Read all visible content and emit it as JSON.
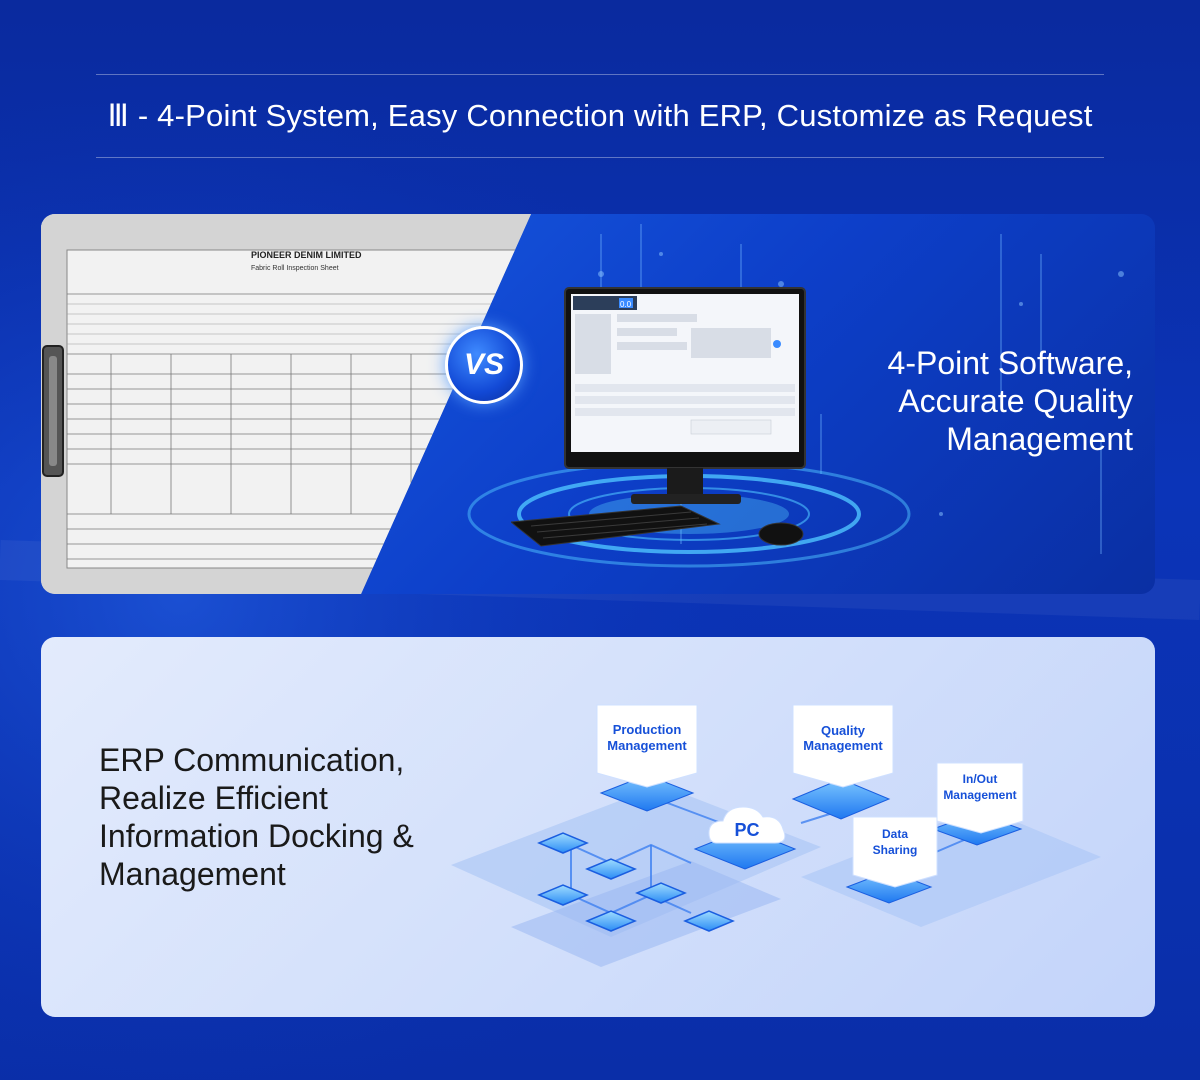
{
  "header": {
    "title": "Ⅲ - 4-Point System, Easy Connection with ERP, Customize as Request"
  },
  "comparison": {
    "paper_sheet": {
      "company": "PIONEER DENIM LIMITED",
      "sheet_title": "Fabric Roll Inspection Sheet"
    },
    "vs_label": "VS",
    "caption_lines": [
      "4-Point Software,",
      "Accurate Quality",
      "Management"
    ],
    "monitor_readout": "0.0"
  },
  "erp": {
    "caption_lines": [
      "ERP Communication,",
      "Realize Efficient",
      "Information Docking &",
      "Management"
    ],
    "nodes": {
      "production": [
        "Production",
        "Management"
      ],
      "quality": [
        "Quality",
        "Management"
      ],
      "inout": [
        "In/Out",
        "Management"
      ],
      "data": [
        "Data",
        "Sharing"
      ],
      "pc": "PC"
    }
  },
  "colors": {
    "background": "#0b34b8",
    "accent": "#1650d8",
    "card_light": "#d3e0fb"
  },
  "icons": [
    "vs-badge-icon",
    "cloud-icon",
    "keyboard-icon",
    "mouse-icon",
    "monitor-icon"
  ]
}
